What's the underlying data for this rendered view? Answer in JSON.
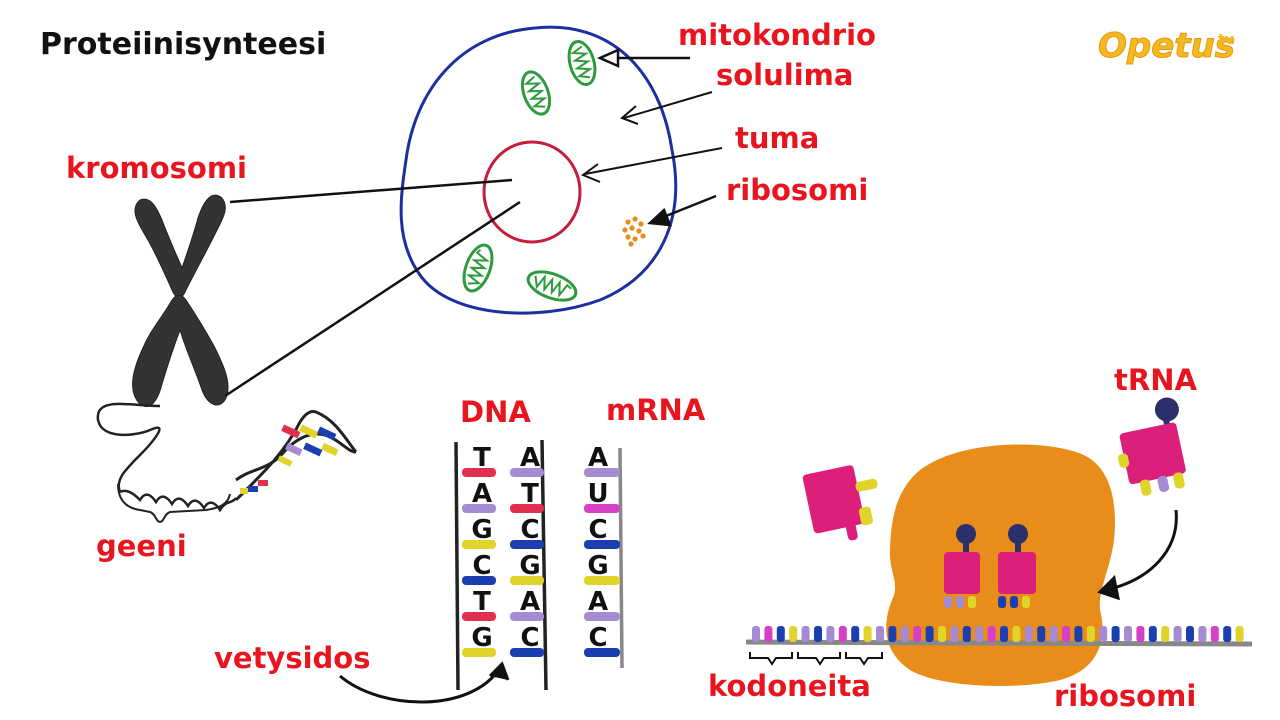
{
  "title": "Proteiinisynteesi",
  "logo": {
    "text": "Opetus",
    "suffix": "tv"
  },
  "labels": {
    "mitochondrion": "mitokondrio",
    "cytoplasm": "solulima",
    "nucleus": "tuma",
    "ribosome_cell": "ribosomi",
    "chromosome": "kromosomi",
    "gene": "geeni",
    "dna": "DNA",
    "mrna": "mRNA",
    "hydrogen_bond": "vetysidos",
    "trna": "tRNA",
    "codons": "kodoneita",
    "ribosome": "ribosomi"
  },
  "dna_strand_left": [
    "T",
    "A",
    "G",
    "C",
    "T",
    "G"
  ],
  "dna_strand_right": [
    "A",
    "T",
    "C",
    "G",
    "A",
    "C"
  ],
  "mrna_strand": [
    "A",
    "U",
    "C",
    "G",
    "A",
    "C"
  ],
  "colors": {
    "label_red": "#e8141e",
    "cell_membrane": "#1c2fa0",
    "nucleus": "#c41e3a",
    "mitochondria": "#2e9a3e",
    "ribosome_orange": "#e88c1a",
    "chromosome": "#333333",
    "trna_magenta": "#dd1f7c",
    "trna_navy": "#2b2f6b",
    "base_yellow": "#e0d42a",
    "base_violet": "#a58bd1",
    "base_blue": "#1c3fb0",
    "base_red": "#e03050",
    "base_magenta": "#d640c8"
  }
}
